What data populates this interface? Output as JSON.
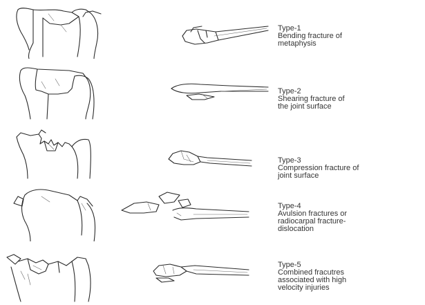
{
  "types": [
    {
      "type": "Type-1",
      "lines": [
        "Bending fracture of",
        "metaphysis"
      ]
    },
    {
      "type": "Type-2",
      "lines": [
        "Shearing fracture of",
        "the joint surface"
      ]
    },
    {
      "type": "Type-3",
      "lines": [
        "Compression fracture of",
        "joint surface"
      ]
    },
    {
      "type": "Type-4",
      "lines": [
        "Avulsion fractures or",
        "radiocarpal fracture-",
        "dislocation"
      ]
    },
    {
      "type": "Type-5",
      "lines": [
        "Combined fracutres",
        "associated with high",
        "velocity injuries"
      ]
    }
  ]
}
